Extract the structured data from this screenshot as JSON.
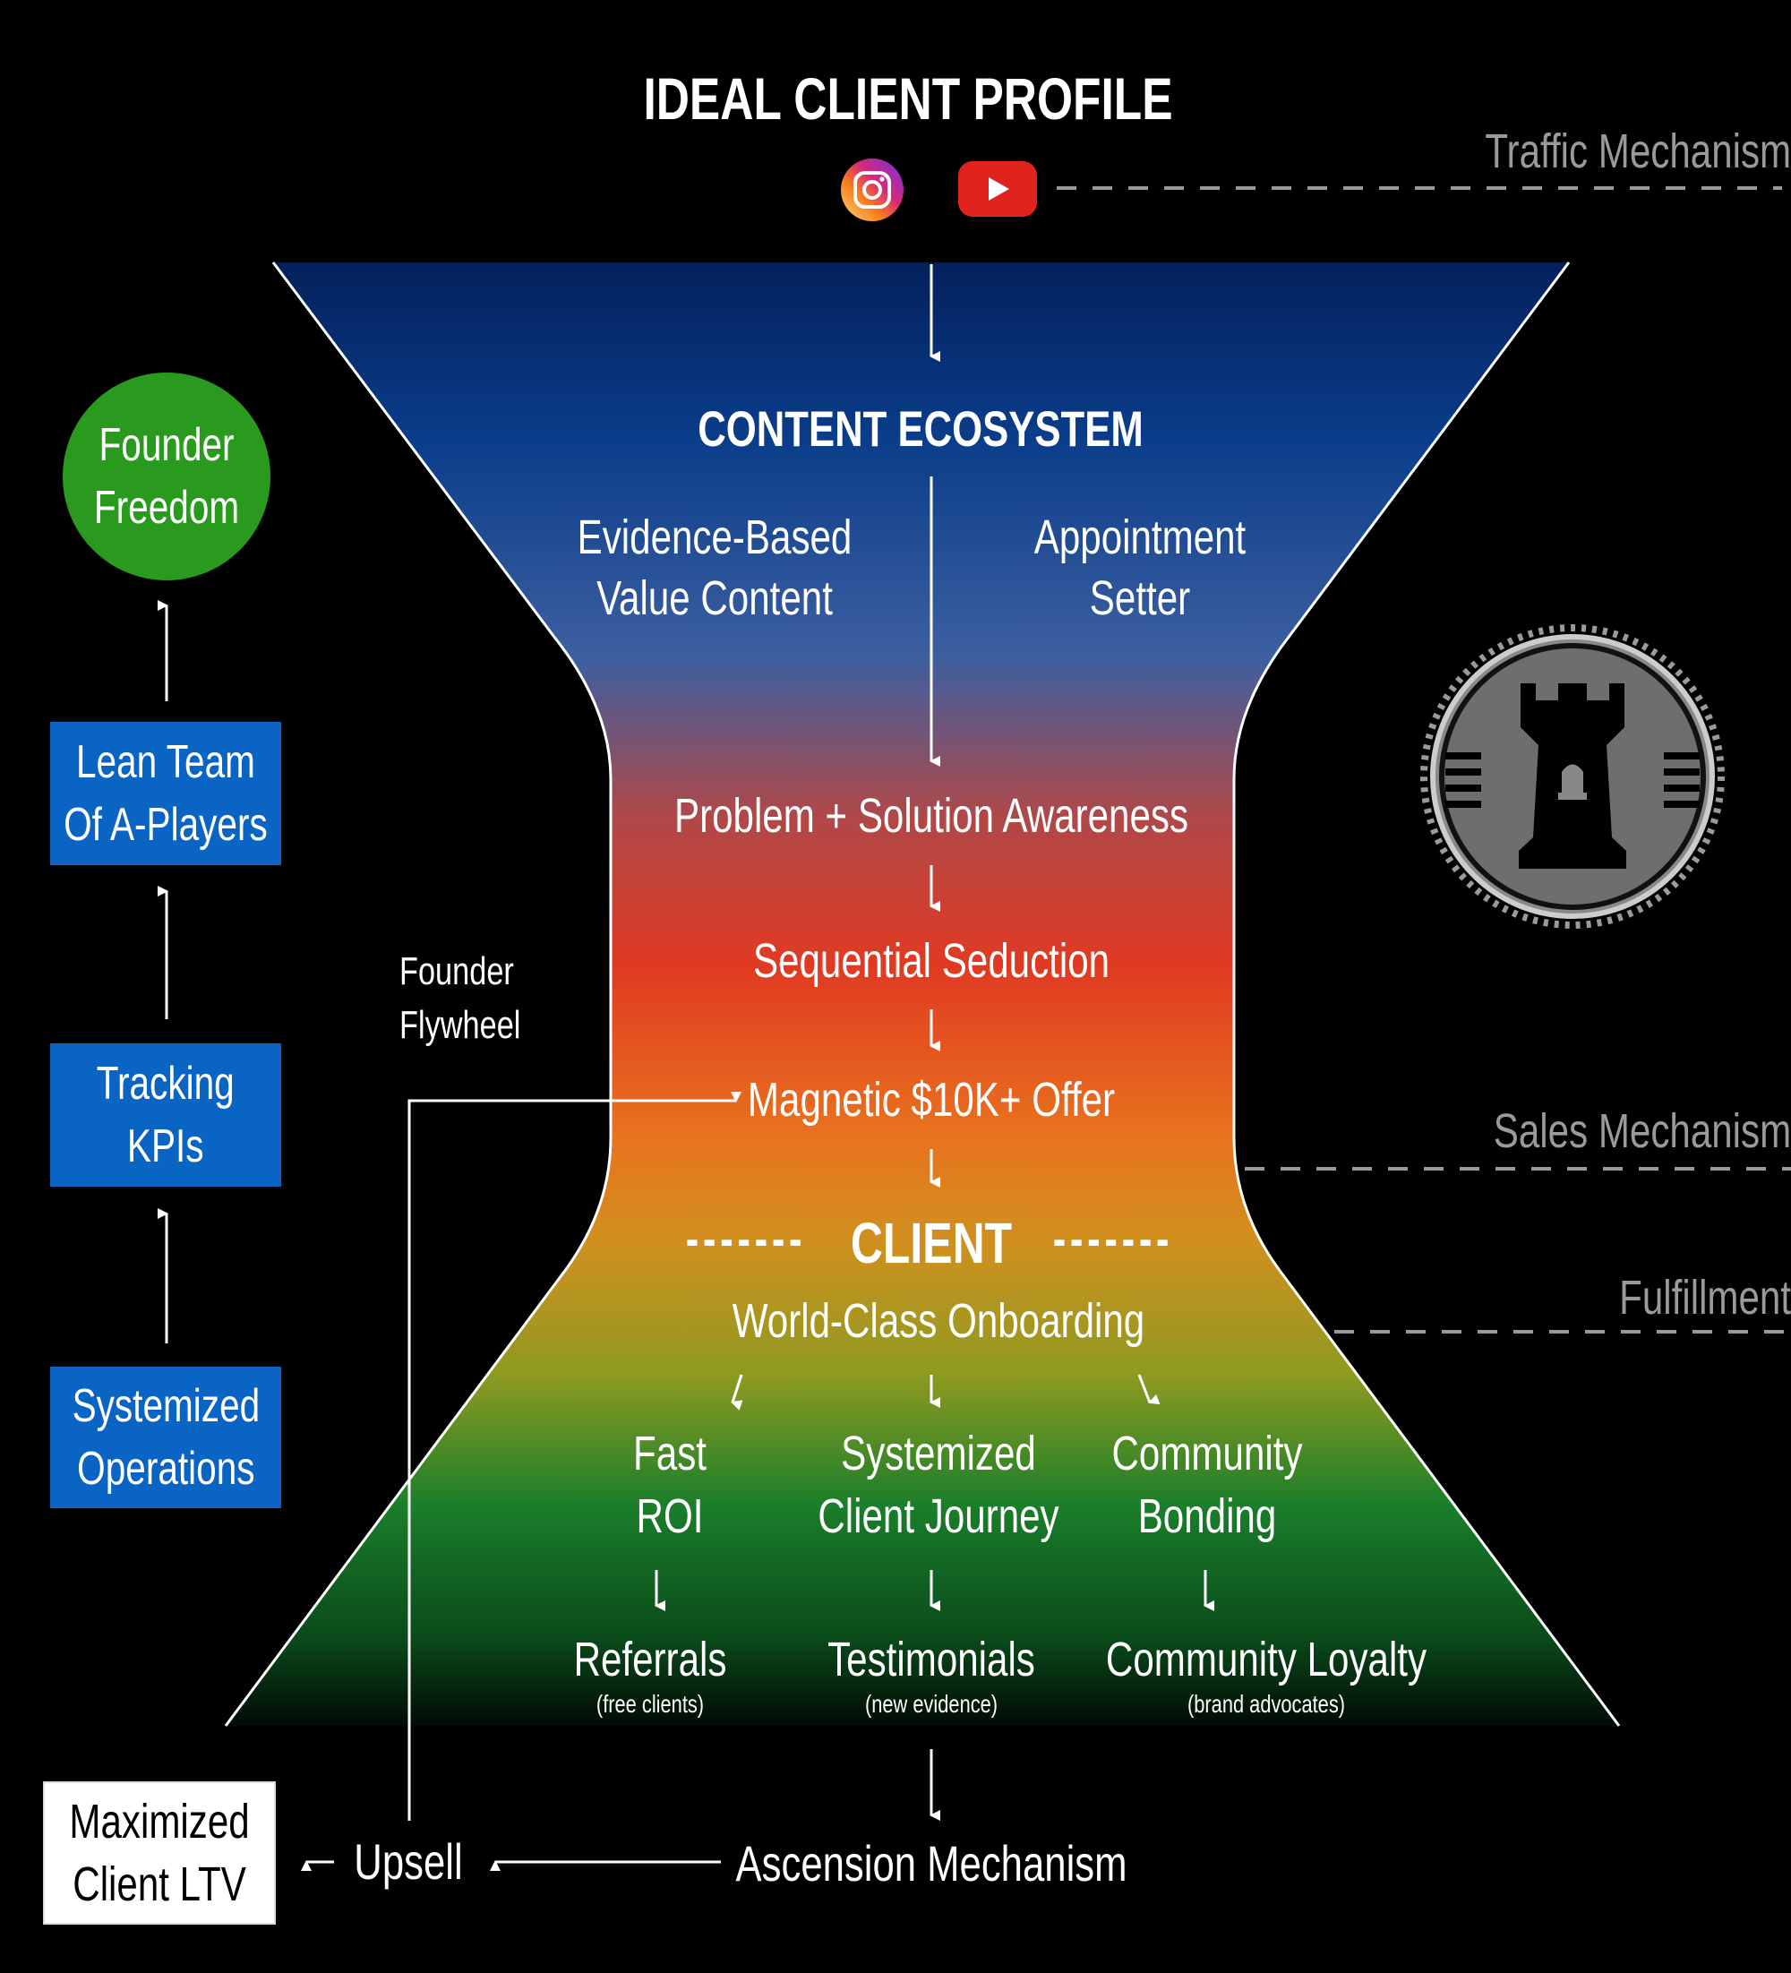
{
  "header": {
    "title": "IDEAL CLIENT PROFILE"
  },
  "icons": {
    "instagram": "instagram-icon",
    "youtube": "youtube-icon",
    "castle": "castle-tower-icon"
  },
  "colors": {
    "blue_box": "#0a64c4",
    "green_circle": "#2a9a1e",
    "label_gray": "#9a9a9a"
  },
  "side_labels": {
    "traffic": "Traffic Mechanism",
    "sales": "Sales Mechanism",
    "fulfillment": "Fulfillment"
  },
  "funnel": {
    "content_ecosystem": "CONTENT ECOSYSTEM",
    "evidence_content": [
      "Evidence-Based",
      "Value Content"
    ],
    "appointment_setter": [
      "Appointment",
      "Setter"
    ],
    "awareness": "Problem + Solution Awareness",
    "seduction": "Sequential Seduction",
    "offer": "Magnetic $10K+ Offer",
    "client": "CLIENT",
    "dashes": "-------",
    "onboarding": "World-Class Onboarding",
    "branches": [
      {
        "title": [
          "Fast",
          "ROI"
        ],
        "result": "Referrals",
        "note": "(free clients)"
      },
      {
        "title": [
          "Systemized",
          "Client Journey"
        ],
        "result": "Testimonials",
        "note": "(new evidence)"
      },
      {
        "title": [
          "Community",
          "Bonding"
        ],
        "result": "Community Loyalty",
        "note": "(brand advocates)"
      }
    ]
  },
  "bottom": {
    "ascension": "Ascension Mechanism",
    "upsell": "Upsell",
    "ltv": [
      "Maximized",
      "Client LTV"
    ]
  },
  "flywheel": [
    "Founder",
    "Flywheel"
  ],
  "ladder": {
    "freedom": [
      "Founder",
      "Freedom"
    ],
    "lean_team": [
      "Lean Team",
      "Of A-Players"
    ],
    "tracking": [
      "Tracking",
      "KPIs"
    ],
    "systemized": [
      "Systemized",
      "Operations"
    ]
  }
}
